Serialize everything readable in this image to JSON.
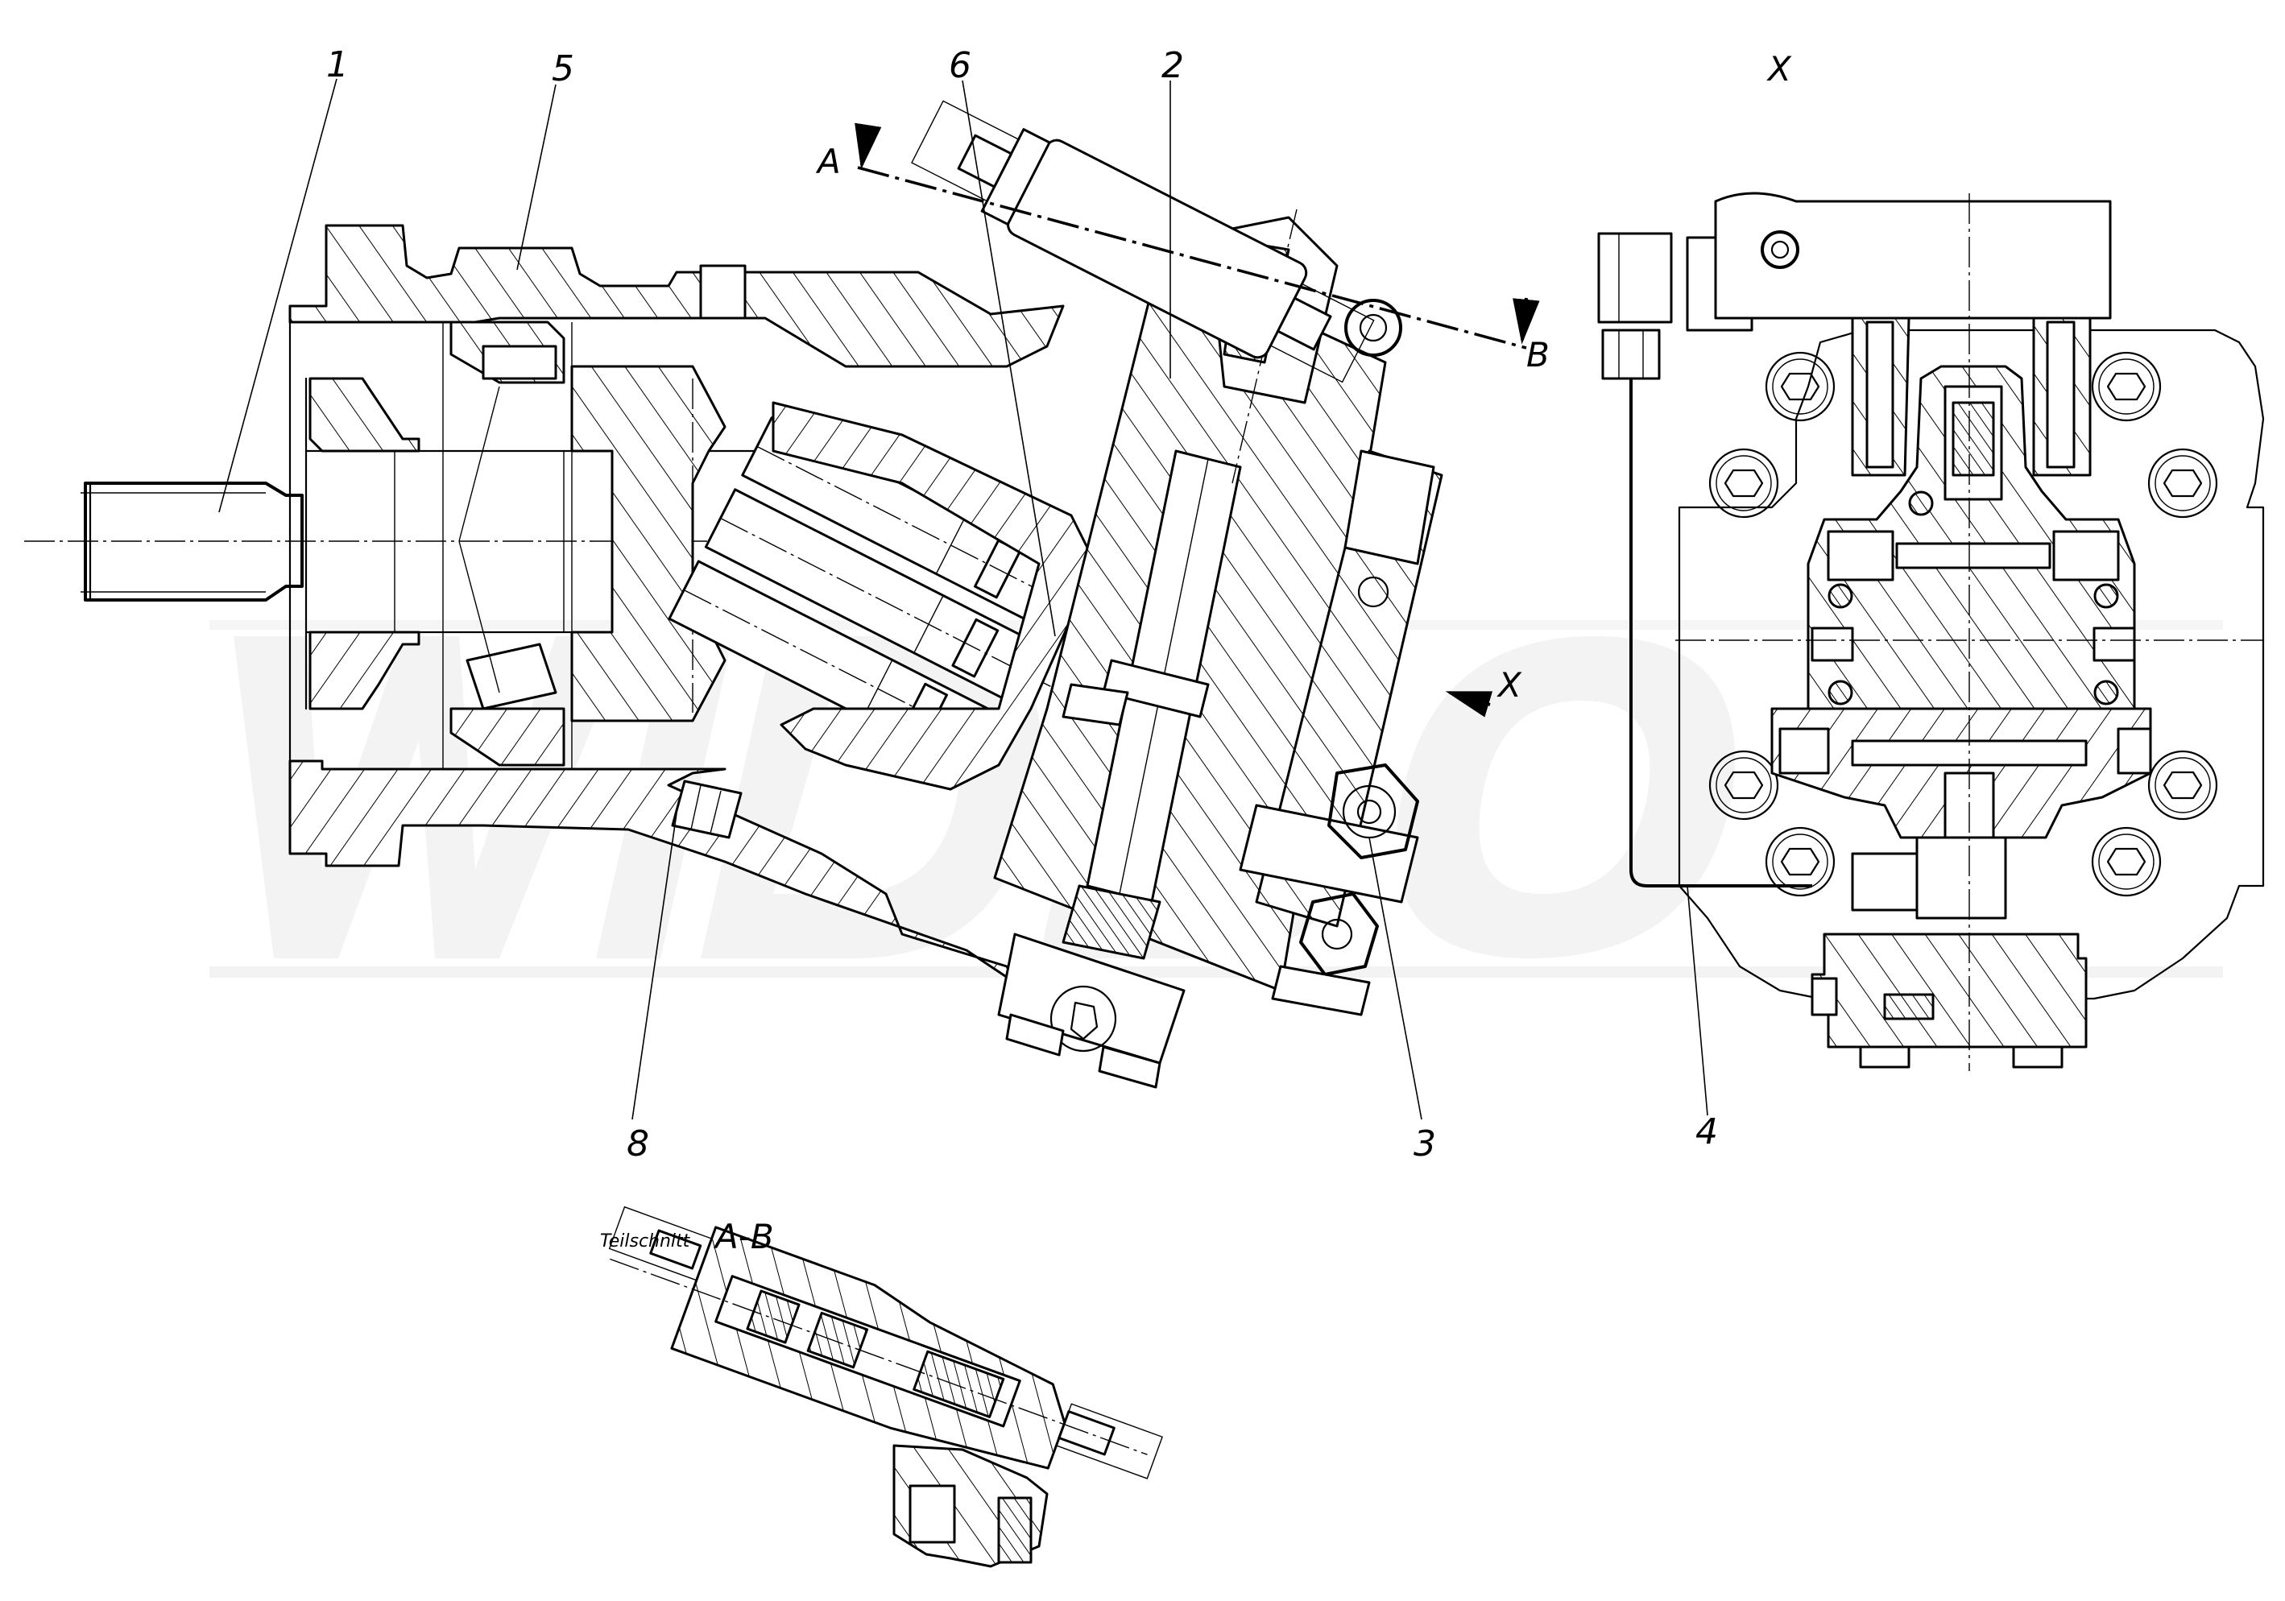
{
  "drawing": {
    "type": "sectional assembly drawing",
    "colors": {
      "ink": "#000000",
      "paper": "#ffffff",
      "watermark": "#f3f3f3"
    },
    "callouts": [
      {
        "id": "1",
        "text": "1"
      },
      {
        "id": "5",
        "text": "5"
      },
      {
        "id": "6",
        "text": "6"
      },
      {
        "id": "2",
        "text": "2"
      },
      {
        "id": "8",
        "text": "8"
      },
      {
        "id": "3",
        "text": "3"
      },
      {
        "id": "4",
        "text": "4"
      }
    ],
    "section_markers": {
      "start": "A",
      "end": "B"
    },
    "view_marker": {
      "title": "X",
      "arrow_label": "X"
    },
    "partial_section": {
      "caption_word": "Teilschnitt",
      "caption_ref": "A-B"
    }
  }
}
